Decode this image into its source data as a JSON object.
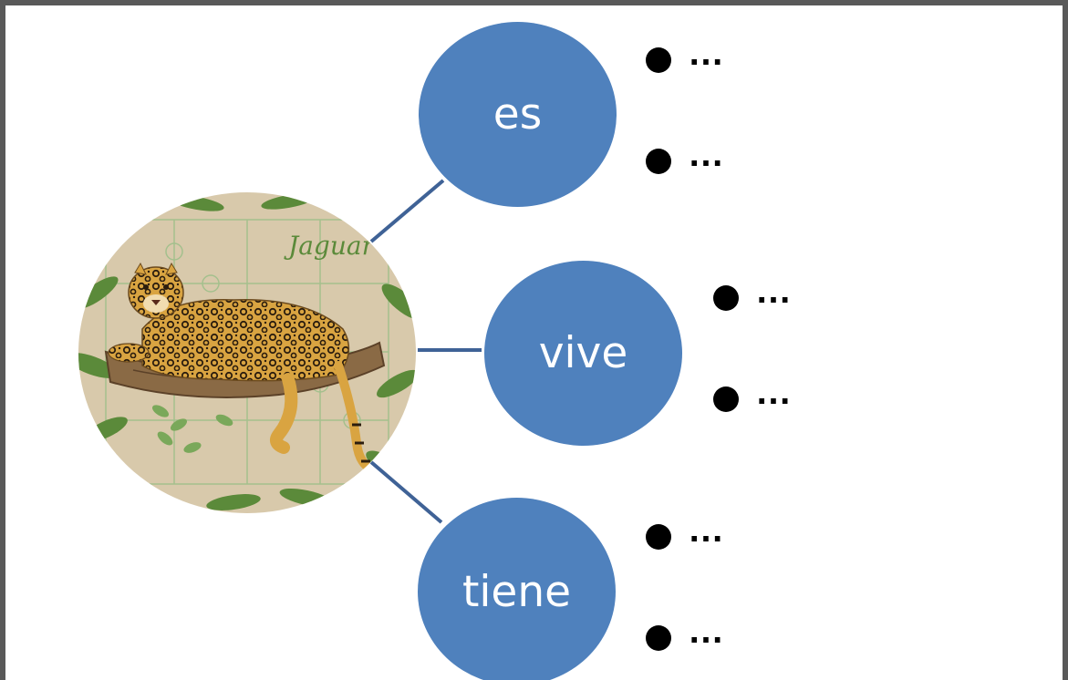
{
  "colors": {
    "frame_border": "#595959",
    "node_fill": "#4f81bd",
    "connector": "#3f6296",
    "bullet": "#000000",
    "center_background": "#d8c9ab",
    "leaf_green": "#5b8a3a"
  },
  "center": {
    "image": "jaguar-on-branch-illustration",
    "caption": "Jaguar"
  },
  "branches": [
    {
      "label": "es",
      "items": [
        "…",
        "…"
      ]
    },
    {
      "label": "vive",
      "items": [
        "…",
        "…"
      ]
    },
    {
      "label": "tiene",
      "items": [
        "…",
        "…"
      ]
    }
  ]
}
